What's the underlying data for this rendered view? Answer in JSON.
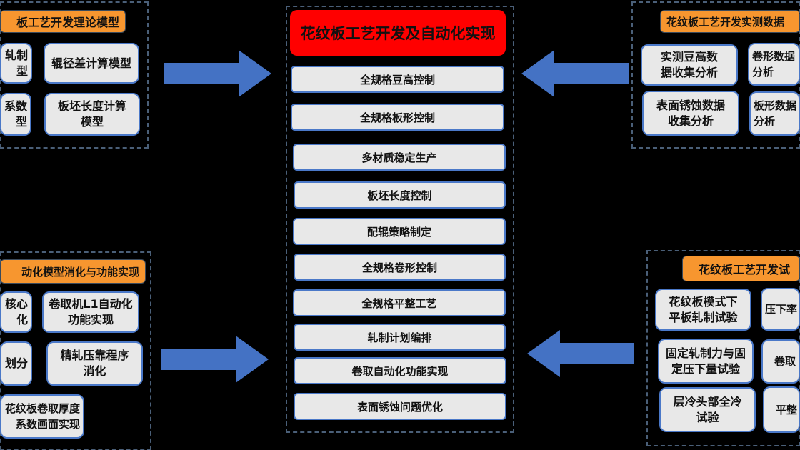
{
  "title": "花纹板工艺开发及自动化实现",
  "center_items": [
    "全规格豆高控制",
    "全规格板形控制",
    "多材质稳定生产",
    "板坯长度控制",
    "配辊策略制定",
    "全规格卷形控制",
    "全规格平整工艺",
    "轧制计划编排",
    "卷取自动化功能实现",
    "表面锈蚀问题优化"
  ],
  "groups": {
    "top_left": {
      "header": "板工艺开发理论模型",
      "boxes": [
        "轧制\n型",
        "辊径差计算模型",
        "系数\n型",
        "板坯长度计算\n模型"
      ]
    },
    "top_right": {
      "header": "花纹板工艺开发实测数据",
      "boxes": [
        "实测豆高数\n据收集分析",
        "卷形数据\n分析",
        "表面锈蚀数据\n收集分析",
        "板形数据\n分析"
      ]
    },
    "bottom_left": {
      "header": "动化模型消化与功能实现",
      "boxes": [
        "核心\n化",
        "卷取机L1自动化\n功能实现",
        "划分",
        "精轧压靠程序\n消化",
        "花纹板卷取厚度\n系数画面实现"
      ]
    },
    "bottom_right": {
      "header": "花纹板工艺开发试",
      "boxes": [
        "花纹板模式下\n平板轧制试验",
        "压下率",
        "固定轧制力与固\n定压下量试验",
        "卷取",
        "层冷头部全冷\n试验",
        "平整"
      ]
    }
  },
  "colors": {
    "title": "#ff0000",
    "header": "#f7962f",
    "box": "#e8e8e8",
    "box_border": "#4a78c8",
    "arrow": "#4472c4",
    "group_border": "#4a5f78"
  }
}
